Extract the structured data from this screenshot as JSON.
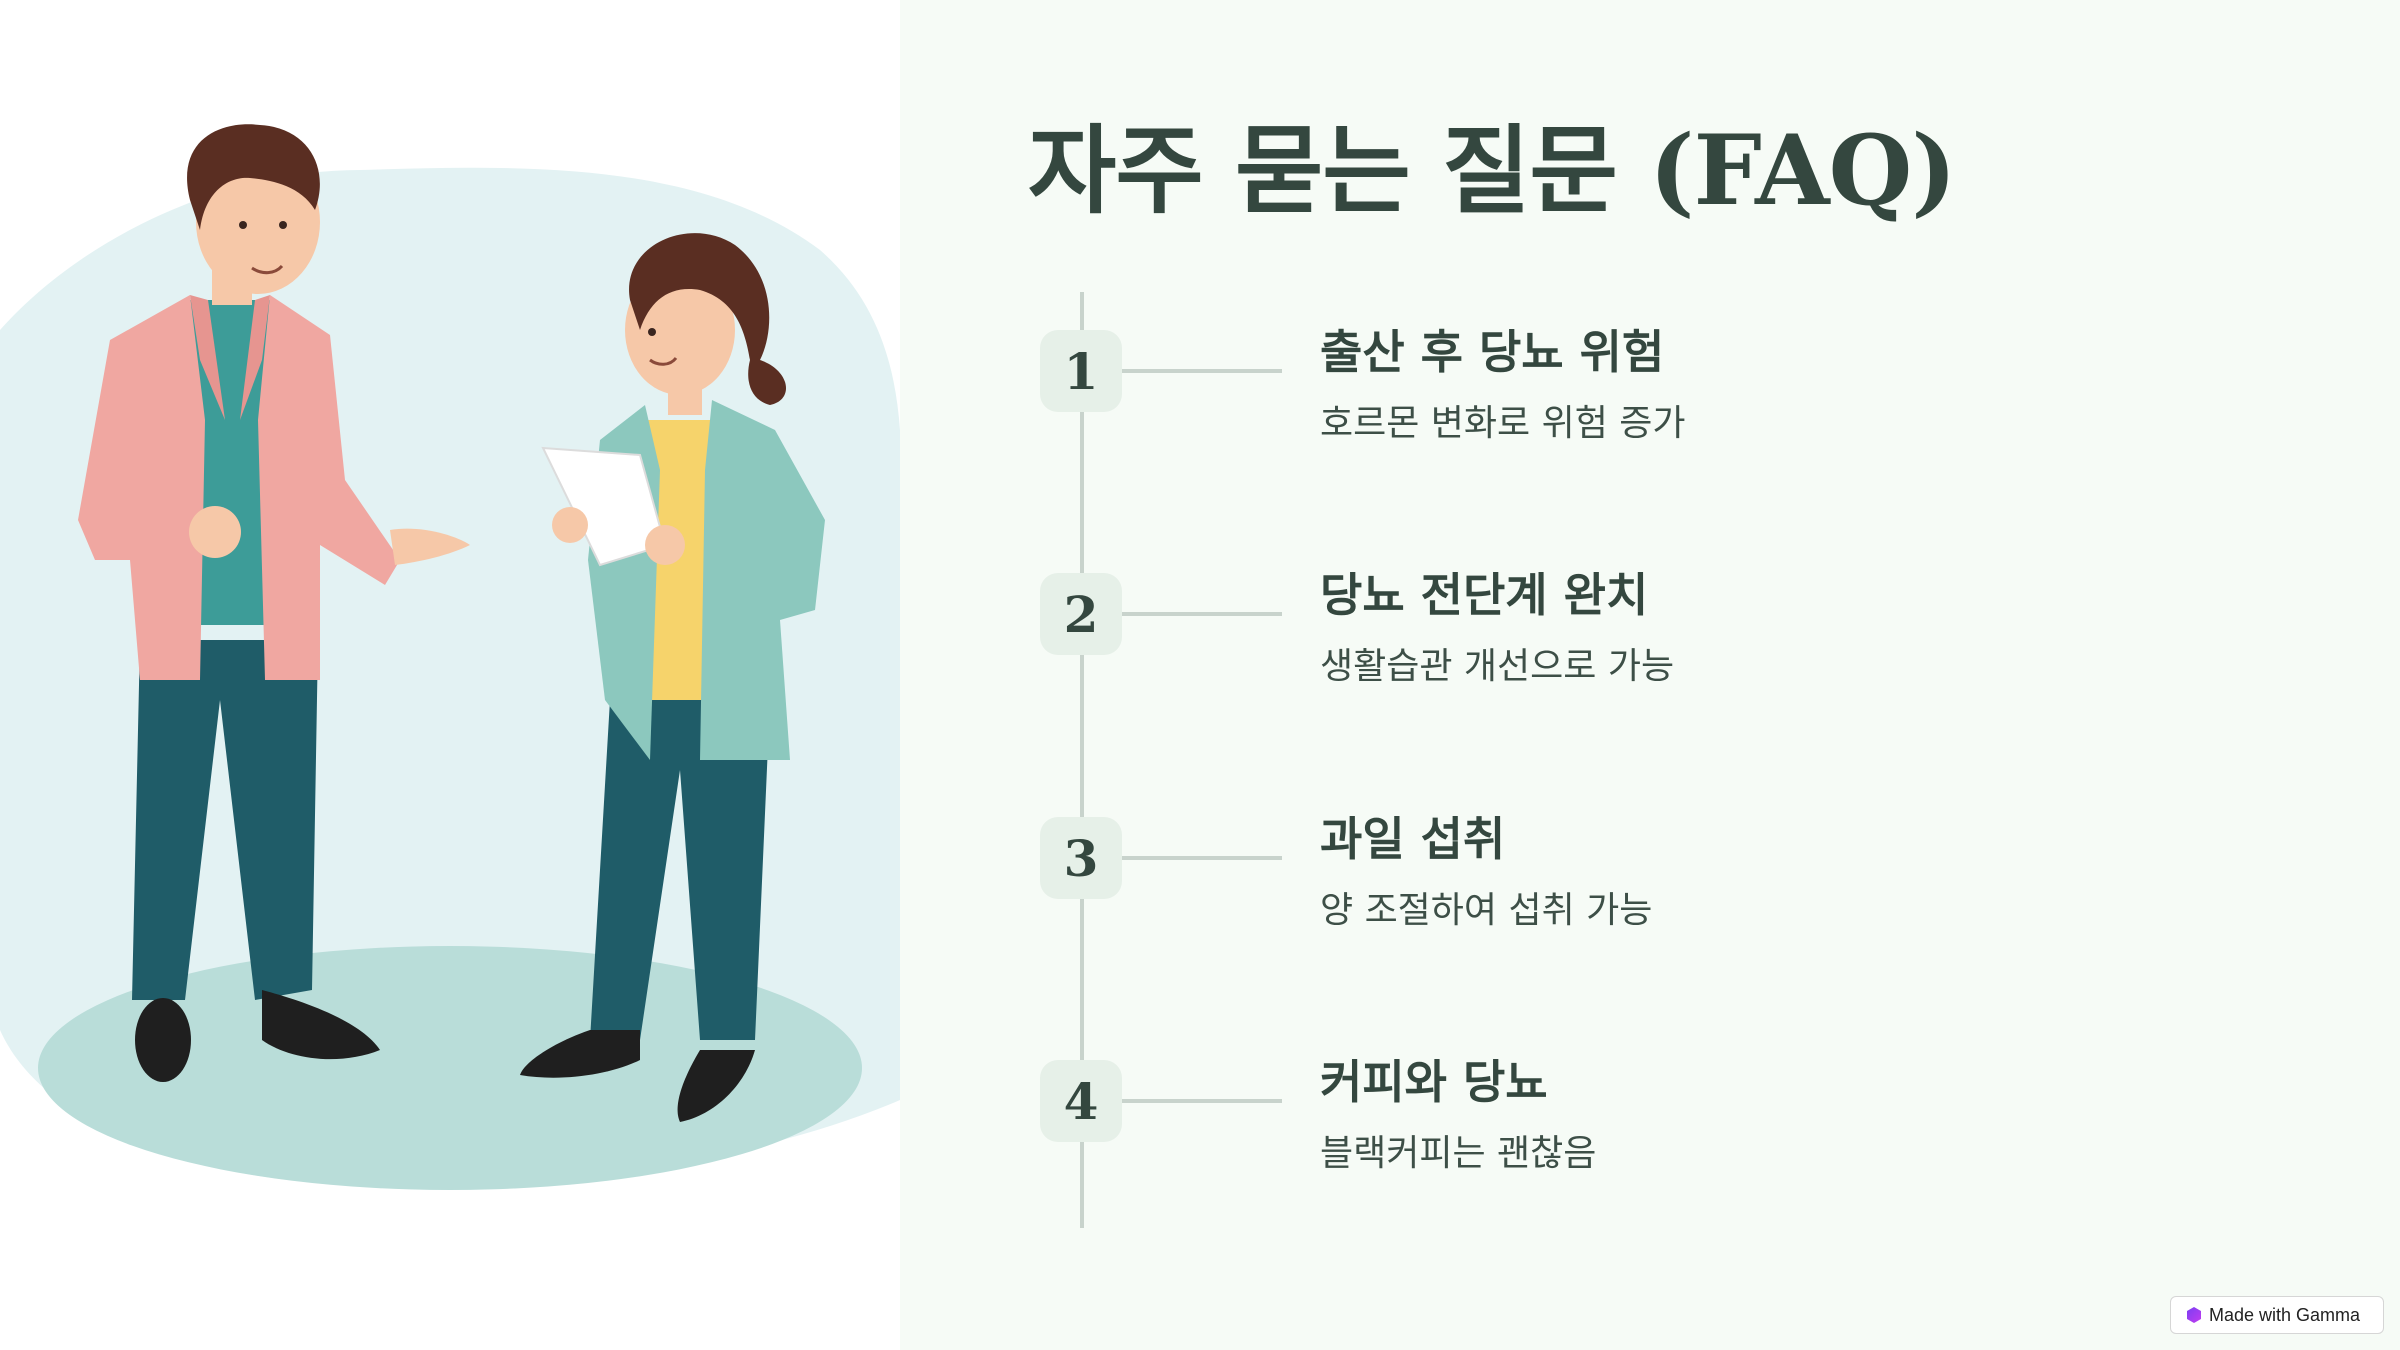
{
  "header": {
    "title": "자주 묻는 질문 (FAQ)"
  },
  "faq": [
    {
      "number": "1",
      "title": "출산 후 당뇨 위험",
      "desc": "호르몬 변화로 위험 증가"
    },
    {
      "number": "2",
      "title": "당뇨 전단계 완치",
      "desc": "생활습관 개선으로 가능"
    },
    {
      "number": "3",
      "title": "과일 섭취",
      "desc": "양 조절하여 섭취 가능"
    },
    {
      "number": "4",
      "title": "커피와 당뇨",
      "desc": "블랙커피는 괜찮음"
    }
  ],
  "footer": {
    "badge_label": "Made with Gamma"
  },
  "colors": {
    "background": "#f6fbf6",
    "text": "#34473f",
    "badge_bg": "#e6f0e8",
    "timeline": "#c8d3cc"
  }
}
